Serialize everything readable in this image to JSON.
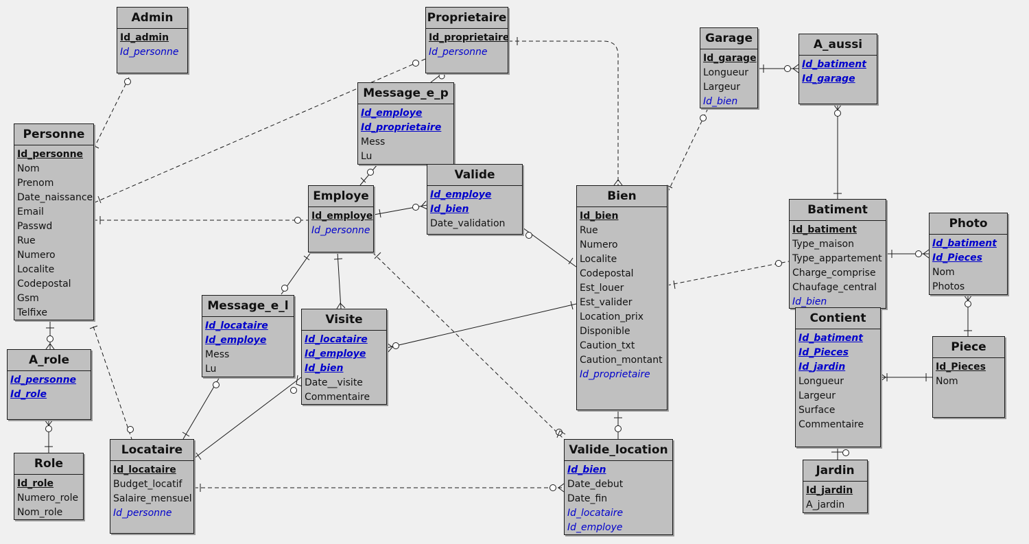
{
  "entities": {
    "admin": {
      "title": "Admin",
      "attributes": [
        {
          "name": "Id_admin",
          "key": "pk"
        },
        {
          "name": "Id_personne",
          "key": "fk"
        }
      ]
    },
    "proprietaire": {
      "title": "Proprietaire",
      "attributes": [
        {
          "name": "Id_proprietaire",
          "key": "pk"
        },
        {
          "name": "Id_personne",
          "key": "fk"
        }
      ]
    },
    "garage": {
      "title": "Garage",
      "attributes": [
        {
          "name": "Id_garage",
          "key": "pk"
        },
        {
          "name": "Longueur",
          "key": ""
        },
        {
          "name": "Largeur",
          "key": ""
        },
        {
          "name": "Id_bien",
          "key": "fk"
        }
      ]
    },
    "a_aussi": {
      "title": "A_aussi",
      "attributes": [
        {
          "name": "Id_batiment",
          "key": "pkfk"
        },
        {
          "name": "Id_garage",
          "key": "pkfk"
        }
      ]
    },
    "personne": {
      "title": "Personne",
      "attributes": [
        {
          "name": "Id_personne",
          "key": "pk"
        },
        {
          "name": "Nom",
          "key": ""
        },
        {
          "name": "Prenom",
          "key": ""
        },
        {
          "name": "Date_naissance",
          "key": ""
        },
        {
          "name": "Email",
          "key": ""
        },
        {
          "name": "Passwd",
          "key": ""
        },
        {
          "name": "Rue",
          "key": ""
        },
        {
          "name": "Numero",
          "key": ""
        },
        {
          "name": "Localite",
          "key": ""
        },
        {
          "name": "Codepostal",
          "key": ""
        },
        {
          "name": "Gsm",
          "key": ""
        },
        {
          "name": "Telfixe",
          "key": ""
        }
      ]
    },
    "message_e_p": {
      "title": "Message_e_p",
      "attributes": [
        {
          "name": "Id_employe",
          "key": "pkfk"
        },
        {
          "name": "Id_proprietaire",
          "key": "pkfk"
        },
        {
          "name": "Mess",
          "key": ""
        },
        {
          "name": "Lu",
          "key": ""
        }
      ]
    },
    "valide": {
      "title": "Valide",
      "attributes": [
        {
          "name": "Id_employe",
          "key": "pkfk"
        },
        {
          "name": "Id_bien",
          "key": "pkfk"
        },
        {
          "name": "Date_validation",
          "key": ""
        }
      ]
    },
    "employe": {
      "title": "Employe",
      "attributes": [
        {
          "name": "Id_employe",
          "key": "pk"
        },
        {
          "name": "Id_personne",
          "key": "fk"
        }
      ]
    },
    "bien": {
      "title": "Bien",
      "attributes": [
        {
          "name": "Id_bien",
          "key": "pk"
        },
        {
          "name": "Rue",
          "key": ""
        },
        {
          "name": "Numero",
          "key": ""
        },
        {
          "name": "Localite",
          "key": ""
        },
        {
          "name": "Codepostal",
          "key": ""
        },
        {
          "name": "Est_louer",
          "key": ""
        },
        {
          "name": "Est_valider",
          "key": ""
        },
        {
          "name": "Location_prix",
          "key": ""
        },
        {
          "name": "Disponible",
          "key": ""
        },
        {
          "name": "Caution_txt",
          "key": ""
        },
        {
          "name": "Caution_montant",
          "key": ""
        },
        {
          "name": "Id_proprietaire",
          "key": "fk"
        }
      ]
    },
    "batiment": {
      "title": "Batiment",
      "attributes": [
        {
          "name": "Id_batiment",
          "key": "pk"
        },
        {
          "name": "Type_maison",
          "key": ""
        },
        {
          "name": "Type_appartement",
          "key": ""
        },
        {
          "name": "Charge_comprise",
          "key": ""
        },
        {
          "name": "Chaufage_central",
          "key": ""
        },
        {
          "name": "Id_bien",
          "key": "fk"
        }
      ]
    },
    "photo": {
      "title": "Photo",
      "attributes": [
        {
          "name": "Id_batiment",
          "key": "pkfk"
        },
        {
          "name": "Id_Pieces",
          "key": "pkfk"
        },
        {
          "name": "Nom",
          "key": ""
        },
        {
          "name": "Photos",
          "key": ""
        }
      ]
    },
    "message_e_l": {
      "title": "Message_e_l",
      "attributes": [
        {
          "name": "Id_locataire",
          "key": "pkfk"
        },
        {
          "name": "Id_employe",
          "key": "pkfk"
        },
        {
          "name": "Mess",
          "key": ""
        },
        {
          "name": "Lu",
          "key": ""
        }
      ]
    },
    "visite": {
      "title": "Visite",
      "attributes": [
        {
          "name": "Id_locataire",
          "key": "pkfk"
        },
        {
          "name": "Id_employe",
          "key": "pkfk"
        },
        {
          "name": "Id_bien",
          "key": "pkfk"
        },
        {
          "name": "Date__visite",
          "key": ""
        },
        {
          "name": "Commentaire",
          "key": ""
        }
      ]
    },
    "contient": {
      "title": "Contient",
      "attributes": [
        {
          "name": "Id_batiment",
          "key": "pkfk"
        },
        {
          "name": "Id_Pieces",
          "key": "pkfk"
        },
        {
          "name": "Id_jardin",
          "key": "pkfk"
        },
        {
          "name": "Longueur",
          "key": ""
        },
        {
          "name": "Largeur",
          "key": ""
        },
        {
          "name": "Surface",
          "key": ""
        },
        {
          "name": "Commentaire",
          "key": ""
        }
      ]
    },
    "piece": {
      "title": "Piece",
      "attributes": [
        {
          "name": "Id_Pieces",
          "key": "pk"
        },
        {
          "name": "Nom",
          "key": ""
        }
      ]
    },
    "a_role": {
      "title": "A_role",
      "attributes": [
        {
          "name": "Id_personne",
          "key": "pkfk"
        },
        {
          "name": "Id_role",
          "key": "pkfk"
        }
      ]
    },
    "role": {
      "title": "Role",
      "attributes": [
        {
          "name": "Id_role",
          "key": "pk"
        },
        {
          "name": "Numero_role",
          "key": ""
        },
        {
          "name": "Nom_role",
          "key": ""
        }
      ]
    },
    "locataire": {
      "title": "Locataire",
      "attributes": [
        {
          "name": "Id_locataire",
          "key": "pk"
        },
        {
          "name": "Budget_locatif",
          "key": ""
        },
        {
          "name": "Salaire_mensuel",
          "key": ""
        },
        {
          "name": "Id_personne",
          "key": "fk"
        }
      ]
    },
    "valide_location": {
      "title": "Valide_location",
      "attributes": [
        {
          "name": "Id_bien",
          "key": "pkfk"
        },
        {
          "name": "Date_debut",
          "key": ""
        },
        {
          "name": "Date_fin",
          "key": ""
        },
        {
          "name": "Id_locataire",
          "key": "fk"
        },
        {
          "name": "Id_employe",
          "key": "fk"
        }
      ]
    },
    "jardin": {
      "title": "Jardin",
      "attributes": [
        {
          "name": "Id_jardin",
          "key": "pk"
        },
        {
          "name": "A_jardin",
          "key": ""
        }
      ]
    }
  },
  "relationships": [
    {
      "from": "admin",
      "to": "personne",
      "style": "dashed"
    },
    {
      "from": "proprietaire",
      "to": "personne",
      "style": "dashed"
    },
    {
      "from": "proprietaire",
      "to": "bien",
      "style": "dashed"
    },
    {
      "from": "proprietaire",
      "to": "message_e_p",
      "style": "solid"
    },
    {
      "from": "message_e_p",
      "to": "employe",
      "style": "solid"
    },
    {
      "from": "garage",
      "to": "bien",
      "style": "dashed"
    },
    {
      "from": "garage",
      "to": "a_aussi",
      "style": "solid"
    },
    {
      "from": "a_aussi",
      "to": "batiment",
      "style": "solid"
    },
    {
      "from": "personne",
      "to": "employe",
      "style": "dashed"
    },
    {
      "from": "employe",
      "to": "valide",
      "style": "solid"
    },
    {
      "from": "valide",
      "to": "bien",
      "style": "solid"
    },
    {
      "from": "employe",
      "to": "message_e_l",
      "style": "solid"
    },
    {
      "from": "employe",
      "to": "visite",
      "style": "solid"
    },
    {
      "from": "employe",
      "to": "valide_location",
      "style": "dashed"
    },
    {
      "from": "bien",
      "to": "visite",
      "style": "solid"
    },
    {
      "from": "bien",
      "to": "batiment",
      "style": "dashed"
    },
    {
      "from": "bien",
      "to": "valide_location",
      "style": "solid"
    },
    {
      "from": "batiment",
      "to": "photo",
      "style": "solid"
    },
    {
      "from": "photo",
      "to": "piece",
      "style": "solid"
    },
    {
      "from": "piece",
      "to": "contient",
      "style": "solid"
    },
    {
      "from": "contient",
      "to": "jardin",
      "style": "solid"
    },
    {
      "from": "personne",
      "to": "a_role",
      "style": "solid"
    },
    {
      "from": "a_role",
      "to": "role",
      "style": "solid"
    },
    {
      "from": "personne",
      "to": "locataire",
      "style": "dashed"
    },
    {
      "from": "message_e_l",
      "to": "locataire",
      "style": "solid"
    },
    {
      "from": "visite",
      "to": "locataire",
      "style": "solid"
    },
    {
      "from": "locataire",
      "to": "valide_location",
      "style": "dashed"
    }
  ]
}
